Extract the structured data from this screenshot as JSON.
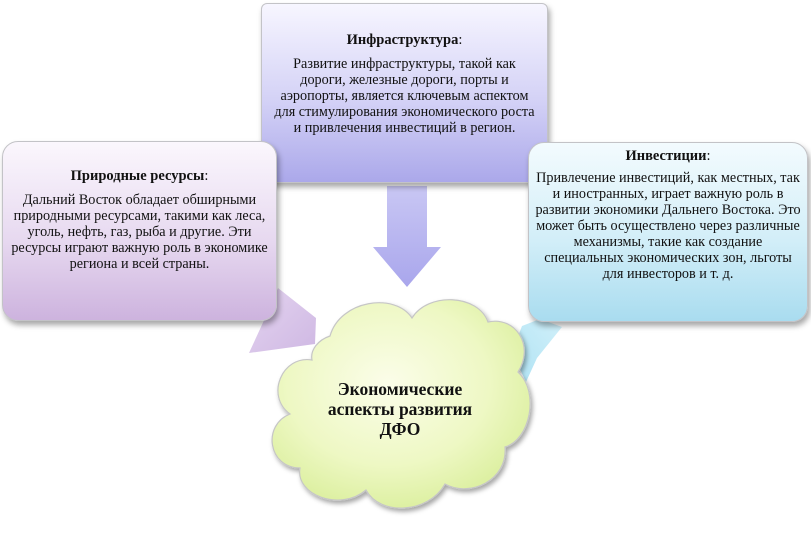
{
  "center": {
    "label": "Экономические аспекты развития ДФО"
  },
  "boxes": {
    "infrastructure": {
      "title": "Инфраструктура",
      "colon": ":",
      "text": "Развитие инфраструктуры, такой как дороги, железные дороги, порты и аэропорты, является ключевым аспектом для стимулирования экономического роста и привлечения инвестиций в регион."
    },
    "natural_resources": {
      "title": "Природные ресурсы",
      "colon": ":",
      "text": "Дальний Восток обладает обширными природными ресурсами, такими как леса, уголь, нефть, газ, рыба и другие. Эти ресурсы играют важную роль в экономике региона и всей страны."
    },
    "investments": {
      "title": "Инвестиции",
      "colon": ":",
      "text": "Привлечение инвестиций, как местных, так и иностранных, играет важную роль в развитии экономики Дальнего Востока. Это может быть осуществлено через различные механизмы, такие как создание специальных экономических зон, льготы для инвесторов и т. д."
    }
  },
  "colors": {
    "cloud_fill": "#e6f4b8",
    "cloud_stroke": "#c6c6c6",
    "arrow_infra": "#a9a6ec",
    "arrow_nature": "#d3bde6",
    "arrow_invest": "#b5e6f5"
  },
  "icons": {
    "connector": "block-arrow-icon",
    "center": "cloud-shape-icon"
  }
}
